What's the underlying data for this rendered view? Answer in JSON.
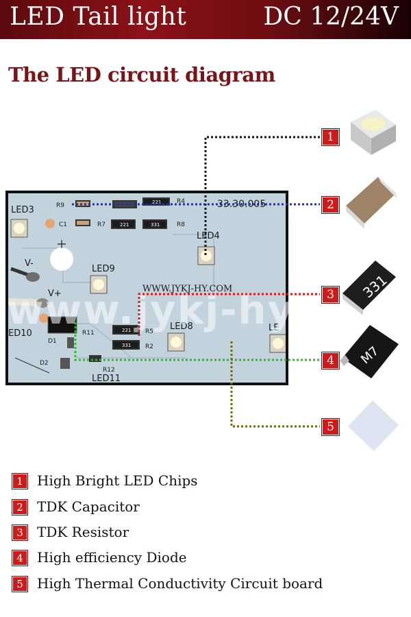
{
  "header": {
    "title": "LED Tail light",
    "voltage": "DC 12/24V"
  },
  "heading": "The LED circuit diagram",
  "board": {
    "labels": {
      "led3": "LED3",
      "led4": "LED4",
      "led8": "LED8",
      "led9": "LED9",
      "led10": "ED10",
      "led11": "LED11",
      "led_edge": "LE",
      "r9": "R9",
      "c1": "C1",
      "r7": "R7",
      "r8": "R8",
      "r4": "R4",
      "r5": "R5",
      "r2": "R2",
      "r11": "R11",
      "r12": "R12",
      "d1": "D1",
      "d2": "D2",
      "vminus": "V-",
      "vplus": "V+",
      "part_no": "33.30.005",
      "url": "WWW.JYKJ-HY.COM",
      "chip_221a": "221",
      "chip_221b": "221",
      "chip_331": "331",
      "chip_221c": "221",
      "chip_331b": "331"
    }
  },
  "watermark": "www.jykj-hy.com",
  "components": [
    {
      "n": "1",
      "label": "High Bright LED Chips",
      "color": "#111111"
    },
    {
      "n": "2",
      "label": "TDK Capacitor",
      "color": "#1a2bd0"
    },
    {
      "n": "3",
      "label": "TDK Resistor",
      "color": "#e01515"
    },
    {
      "n": "4",
      "label": "High efficiency Diode",
      "color": "#22c21a"
    },
    {
      "n": "5",
      "label": "High Thermal Conductivity Circuit board",
      "color": "#6a6a10"
    }
  ],
  "resistor_marking": "331",
  "diode_marking": "M7"
}
